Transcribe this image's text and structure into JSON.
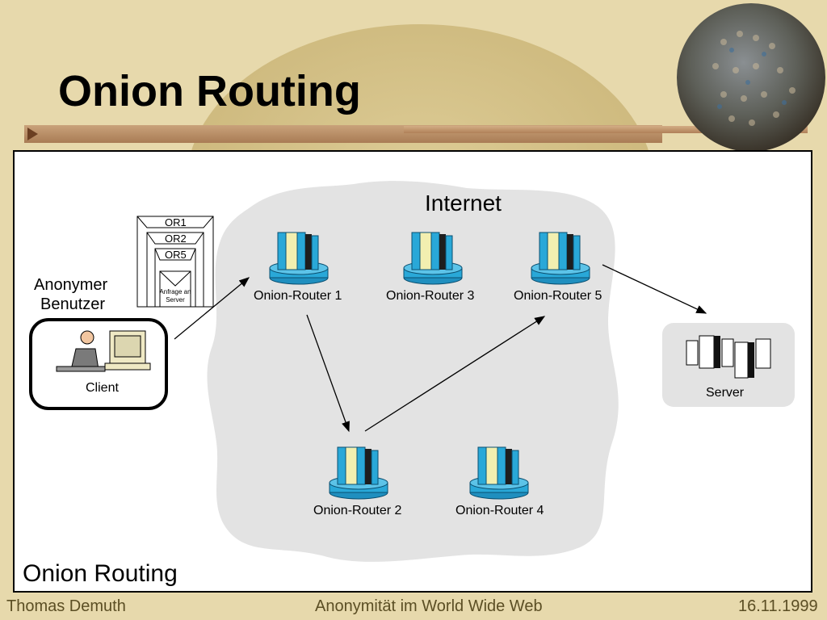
{
  "slide": {
    "title": "Onion Routing"
  },
  "diagram": {
    "cloud_label": "Internet",
    "corner_label": "Onion Routing",
    "user_label_line1": "Anonymer",
    "user_label_line2": "Benutzer",
    "client_label": "Client",
    "server_label": "Server",
    "onion_layers": [
      "OR1",
      "OR2",
      "OR5"
    ],
    "onion_core_line1": "Anfrage an",
    "onion_core_line2": "Server",
    "routers": [
      {
        "label": "Onion-Router 1"
      },
      {
        "label": "Onion-Router 3"
      },
      {
        "label": "Onion-Router 5"
      },
      {
        "label": "Onion-Router 2"
      },
      {
        "label": "Onion-Router 4"
      }
    ],
    "colors": {
      "cloud": "#e3e3e3",
      "router_blue": "#29a8d8",
      "router_yellow": "#f2efb0"
    }
  },
  "footer": {
    "author": "Thomas Demuth",
    "topic": "Anonymität im World Wide Web",
    "date": "16.11.1999"
  }
}
